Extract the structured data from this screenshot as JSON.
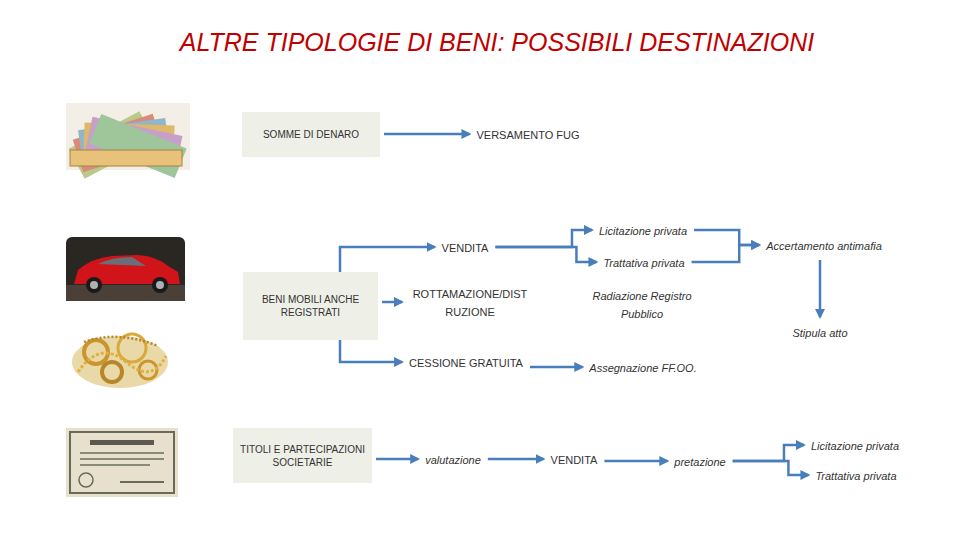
{
  "diagram": {
    "title": "ALTRE TIPOLOGIE DI BENI: POSSIBILI DESTINAZIONI",
    "nodes": [
      {
        "text": [
          "SOMME DI DENARO"
        ]
      },
      {
        "text": [
          "VERSAMENTO FUG"
        ]
      },
      {
        "text": [
          "Licitazione privata"
        ]
      },
      {
        "text": [
          "VENDITA"
        ]
      },
      {
        "text": [
          "Accertamento antimafia"
        ]
      },
      {
        "text": [
          "Trattativa privata"
        ]
      },
      {
        "text": [
          "BENI MOBILI ANCHE REGISTRATI"
        ]
      },
      {
        "text": [
          "ROTTAMAZIONE/DIST RUZIONE"
        ]
      },
      {
        "text": [
          "Radiazione Registro Pubblico"
        ]
      },
      {
        "text": [
          "Stipula atto"
        ]
      },
      {
        "text": [
          "CESSIONE GRATUITA"
        ]
      },
      {
        "text": [
          "Assegnazione FF.OO."
        ]
      },
      {
        "text": [
          "Licitazione privata"
        ]
      },
      {
        "text": [
          "TITOLI E PARTECIPAZIONI SOCIETARIE"
        ]
      },
      {
        "text": [
          "valutazione"
        ]
      },
      {
        "text": [
          "VENDITA"
        ]
      },
      {
        "text": [
          "pretazione"
        ]
      },
      {
        "text": [
          "Trattativa privata"
        ]
      }
    ],
    "edges": [
      {
        "from": 0,
        "to": 1,
        "arrow": "to"
      },
      {
        "from": 6,
        "to": 3,
        "arrow": "to"
      },
      {
        "from": 6,
        "to": 7,
        "arrow": "to"
      },
      {
        "from": 6,
        "to": 10,
        "arrow": "to"
      },
      {
        "from": 3,
        "to": 2,
        "arrow": "to"
      },
      {
        "from": 3,
        "to": 5,
        "arrow": "to"
      },
      {
        "from": 2,
        "to": 4,
        "arrow": "to"
      },
      {
        "from": 5,
        "to": 4,
        "arrow": "to"
      },
      {
        "from": 4,
        "to": 9,
        "arrow": "to"
      },
      {
        "from": 10,
        "to": 11,
        "arrow": "to"
      },
      {
        "from": 13,
        "to": 14,
        "arrow": "to"
      },
      {
        "from": 14,
        "to": 15,
        "arrow": "to"
      },
      {
        "from": 15,
        "to": 16,
        "arrow": "to"
      },
      {
        "from": 16,
        "to": 12,
        "arrow": "to"
      },
      {
        "from": 16,
        "to": 17,
        "arrow": "to"
      }
    ]
  }
}
